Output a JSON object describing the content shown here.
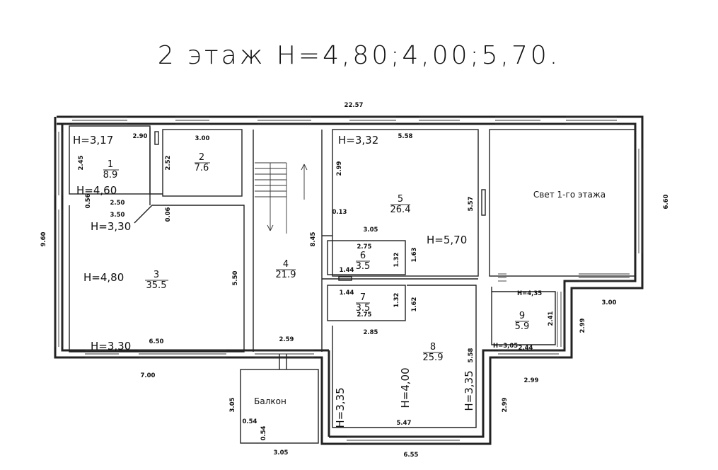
{
  "title": "2 этаж H=4,80;4,00;5,70.",
  "rooms": [
    {
      "id": "1",
      "area": "8.9"
    },
    {
      "id": "2",
      "area": "7.6"
    },
    {
      "id": "3",
      "area": "35.5"
    },
    {
      "id": "4",
      "area": "21.9"
    },
    {
      "id": "5",
      "area": "26.4"
    },
    {
      "id": "6",
      "area": "3.5"
    },
    {
      "id": "7",
      "area": "3.5"
    },
    {
      "id": "8",
      "area": "25.9"
    },
    {
      "id": "9",
      "area": "5.9"
    }
  ],
  "labels": {
    "light": "Свет 1-го этажа",
    "balcony": "Балкон"
  },
  "heights": [
    "H=3,17",
    "H=4,60",
    "H=3,30",
    "H=4,80",
    "H=3,30",
    "H=3,32",
    "H=5,70",
    "H=4,35",
    "H=3,05",
    "H=3,35",
    "H=4,00",
    "H=3,35"
  ],
  "dims": [
    "22.57",
    "2.90",
    "3.00",
    "5.58",
    "2.45",
    "2.52",
    "2.99",
    "5.57",
    "6.60",
    "9.60",
    "0.56",
    "2.50",
    "3.50",
    "0.06",
    "0.13",
    "3.05",
    "2.75",
    "1.32",
    "1.63",
    "8.45",
    "1.44",
    "5.50",
    "1.44",
    "1.32",
    "1.62",
    "2.75",
    "2.85",
    "3.00",
    "2.99",
    "2.41",
    "2.44",
    "6.50",
    "2.59",
    "5.58",
    "7.00",
    "2.99",
    "2.99",
    "3.05",
    "0.54",
    "0.54",
    "5.47",
    "3.05",
    "6.55"
  ]
}
